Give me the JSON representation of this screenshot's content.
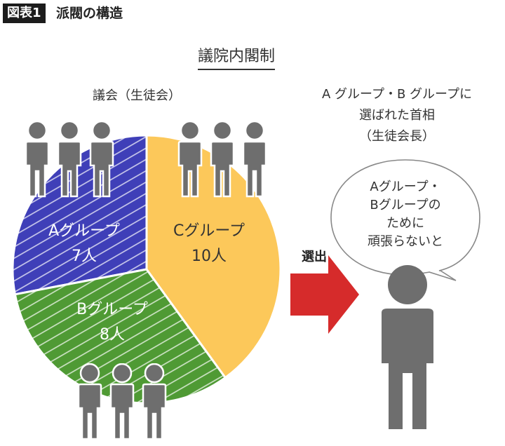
{
  "header": {
    "badge": "図表1",
    "title": "派閥の構造"
  },
  "system_title": "議院内閣制",
  "assembly_label": "議会（生徒会）",
  "prime_minister_label": [
    "A グループ・B グループに",
    "選ばれた首相",
    "（生徒会長）"
  ],
  "arrow_label": "選出",
  "speech_bubble": [
    "Aグループ・",
    "Bグループの",
    "ために",
    "頑張らないと"
  ],
  "groups": [
    {
      "name": "Aグループ",
      "count": "7人",
      "color": "#3f3fb8"
    },
    {
      "name": "Bグループ",
      "count": "8人",
      "color": "#4f9a34"
    },
    {
      "name": "Cグループ",
      "count": "10人",
      "color": "#fcc85a"
    }
  ],
  "colors": {
    "person": "#6e6e6e",
    "arrow": "#d62b2b",
    "bubble_border": "#888888"
  },
  "chart_data": {
    "type": "pie",
    "categories": [
      "Aグループ",
      "Bグループ",
      "Cグループ"
    ],
    "values": [
      7,
      8,
      10
    ],
    "title": "議会（生徒会）"
  }
}
